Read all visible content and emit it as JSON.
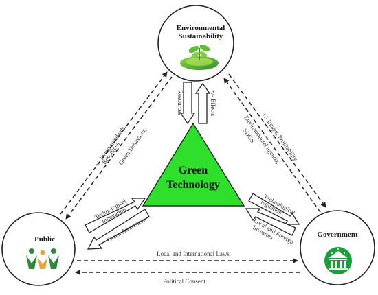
{
  "nodes": {
    "environment": {
      "title_line1": "Environmental",
      "title_line2": "Sustainability"
    },
    "public": {
      "title": "Public"
    },
    "government": {
      "title": "Government"
    }
  },
  "center": {
    "line1": "Green",
    "line2": "Technology",
    "fill": "#2ee02b"
  },
  "top_arrows": {
    "resources": "Resources",
    "effects": "+/- Effects"
  },
  "left_edge": {
    "outer": [
      "+/- living standards,",
      "Resources"
    ],
    "inner": "Green Behaviour,"
  },
  "right_edge": {
    "outer": "+/- Image, Profitability",
    "inner": [
      "Environmental agenda,",
      "SDGS"
    ]
  },
  "left_arrows": {
    "upper": [
      "Technological",
      "Innovation"
    ],
    "lower": "Green Awareness"
  },
  "right_arrows": {
    "upper": [
      "Technological",
      "legilation"
    ],
    "lower": [
      "Local and Foreign",
      "Investors"
    ]
  },
  "bottom": {
    "laws": "Local and International Laws",
    "consent": "Political Consent"
  },
  "colors": {
    "icon_green": "#1a9e3a",
    "line": "#222222"
  }
}
